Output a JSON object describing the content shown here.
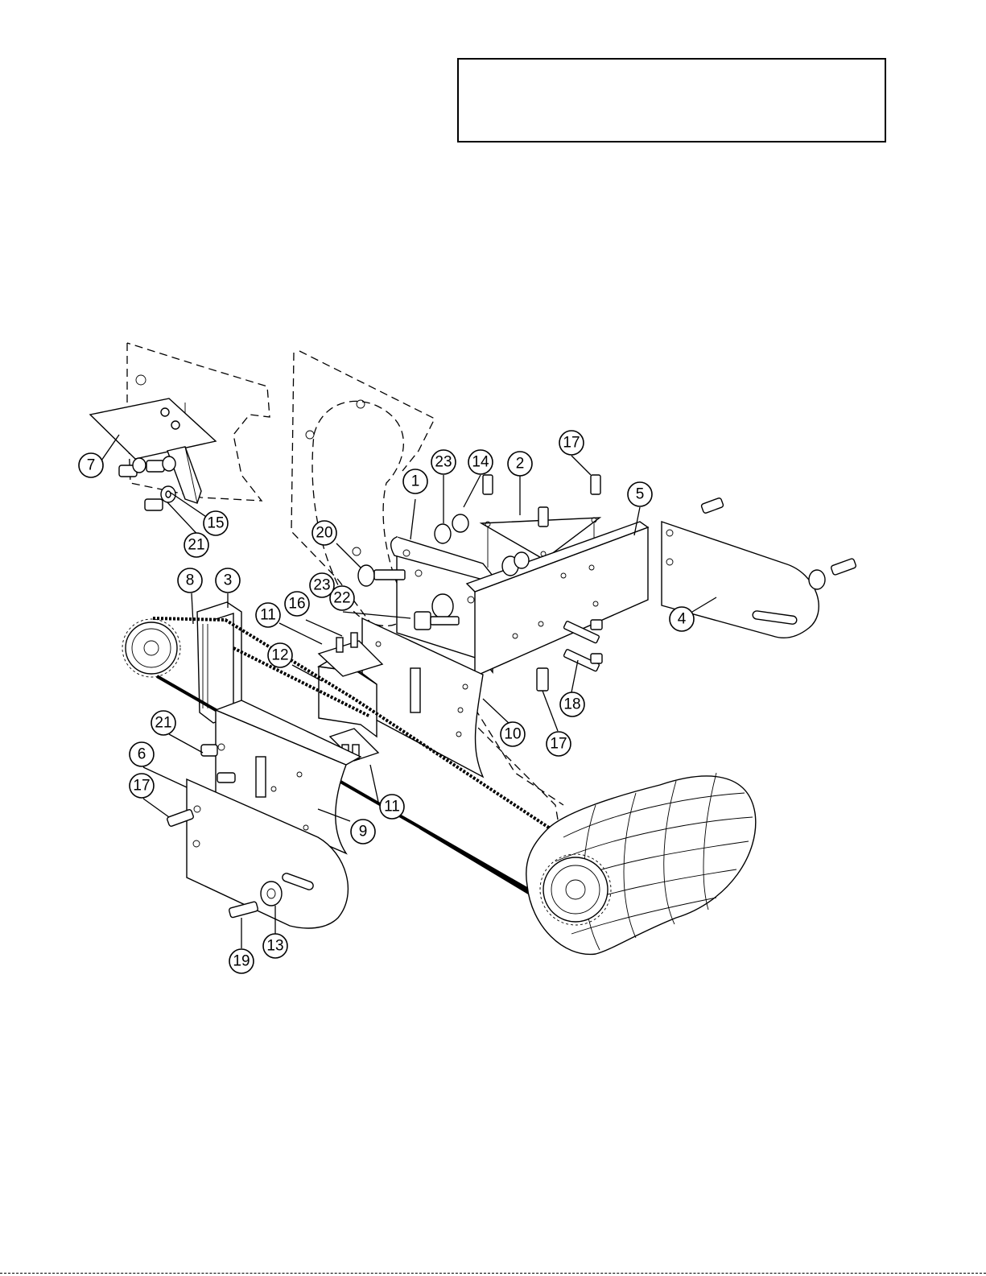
{
  "title_box": {
    "text": ""
  },
  "callouts": [
    {
      "label": "1"
    },
    {
      "label": "2"
    },
    {
      "label": "3"
    },
    {
      "label": "4"
    },
    {
      "label": "5"
    },
    {
      "label": "6"
    },
    {
      "label": "7"
    },
    {
      "label": "8"
    },
    {
      "label": "9"
    },
    {
      "label": "10"
    },
    {
      "label": "11"
    },
    {
      "label": "11"
    },
    {
      "label": "12"
    },
    {
      "label": "13"
    },
    {
      "label": "14"
    },
    {
      "label": "15"
    },
    {
      "label": "16"
    },
    {
      "label": "17"
    },
    {
      "label": "17"
    },
    {
      "label": "17"
    },
    {
      "label": "18"
    },
    {
      "label": "19"
    },
    {
      "label": "20"
    },
    {
      "label": "21"
    },
    {
      "label": "21"
    },
    {
      "label": "22"
    },
    {
      "label": "23"
    },
    {
      "label": "23"
    }
  ]
}
